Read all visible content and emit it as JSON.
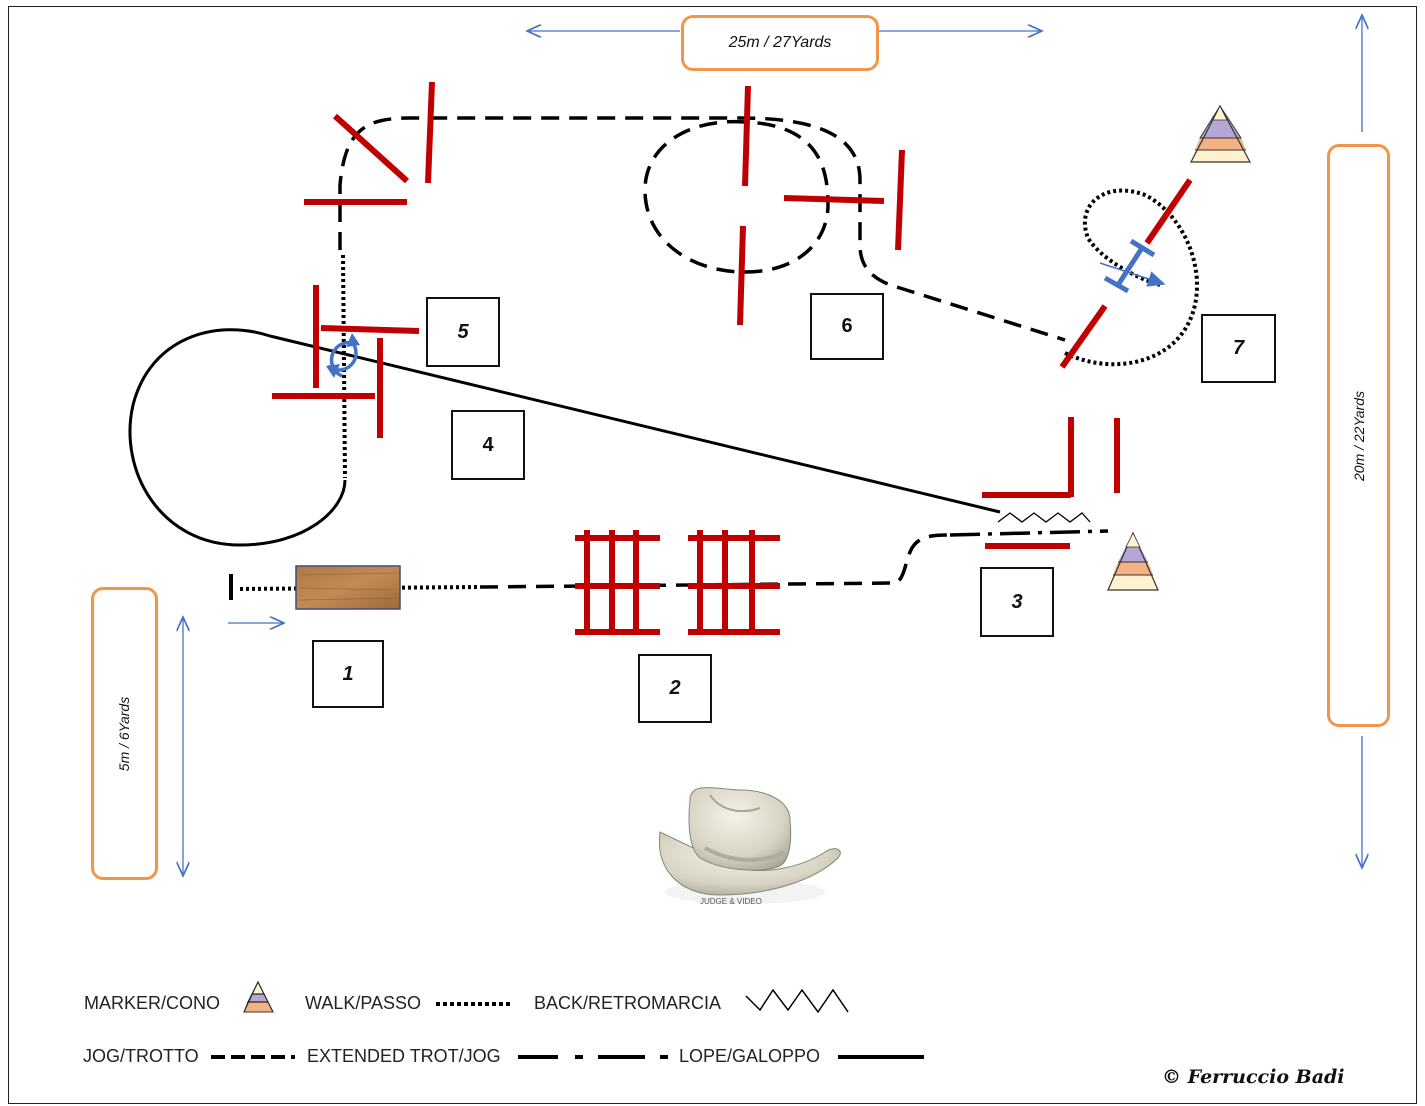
{
  "dimensions": {
    "top": "25m / 27Yards",
    "right": "20m / 22Yards",
    "left": "5m / 6Yards"
  },
  "obstacles": [
    "1",
    "2",
    "3",
    "4",
    "5",
    "6",
    "7"
  ],
  "hat_caption": "JUDGE & VIDEO",
  "legend": {
    "marker": "MARKER/CONO",
    "walk": "WALK/PASSO",
    "back": "BACK/RETROMARCIA",
    "jog": "JOG/TROTTO",
    "extended": "EXTENDED TROT/JOG",
    "lope": "LOPE/GALOPPO"
  },
  "copyright": "© Ferruccio Badi",
  "colors": {
    "pole": "#c00000",
    "arrow": "#4472c4",
    "dim_border": "#f0954a",
    "path": "#000000"
  }
}
